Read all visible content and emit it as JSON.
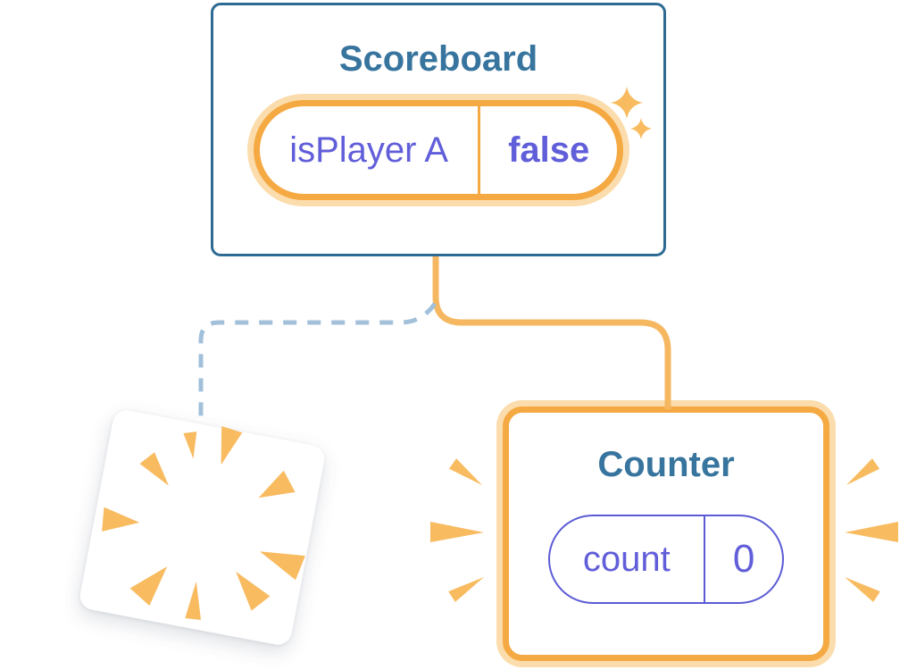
{
  "scoreboard": {
    "title": "Scoreboard",
    "state": {
      "name": "isPlayer A",
      "value": "false"
    }
  },
  "counter": {
    "title": "Counter",
    "state": {
      "name": "count",
      "value": "0"
    }
  },
  "icons": {
    "sparkles": "two four-point sparkle stars beside state pill",
    "poof_burst": "radial burst wedges marking removed component",
    "emphasis_marks": "three wedge emphasis marks on each side of counter card"
  },
  "colors": {
    "bg": "#FFFFFF",
    "card_border_blue": "#2E6B94",
    "title_blue": "#37749E",
    "purple_text": "#615ED9",
    "purple_border": "#5B5BD6",
    "orange": "#F5A942",
    "orange_halo": "#FBDDAD",
    "orange_line": "#F6B761",
    "orange_burst": "#F8BB60",
    "dash_blue": "#A2C0DA"
  }
}
